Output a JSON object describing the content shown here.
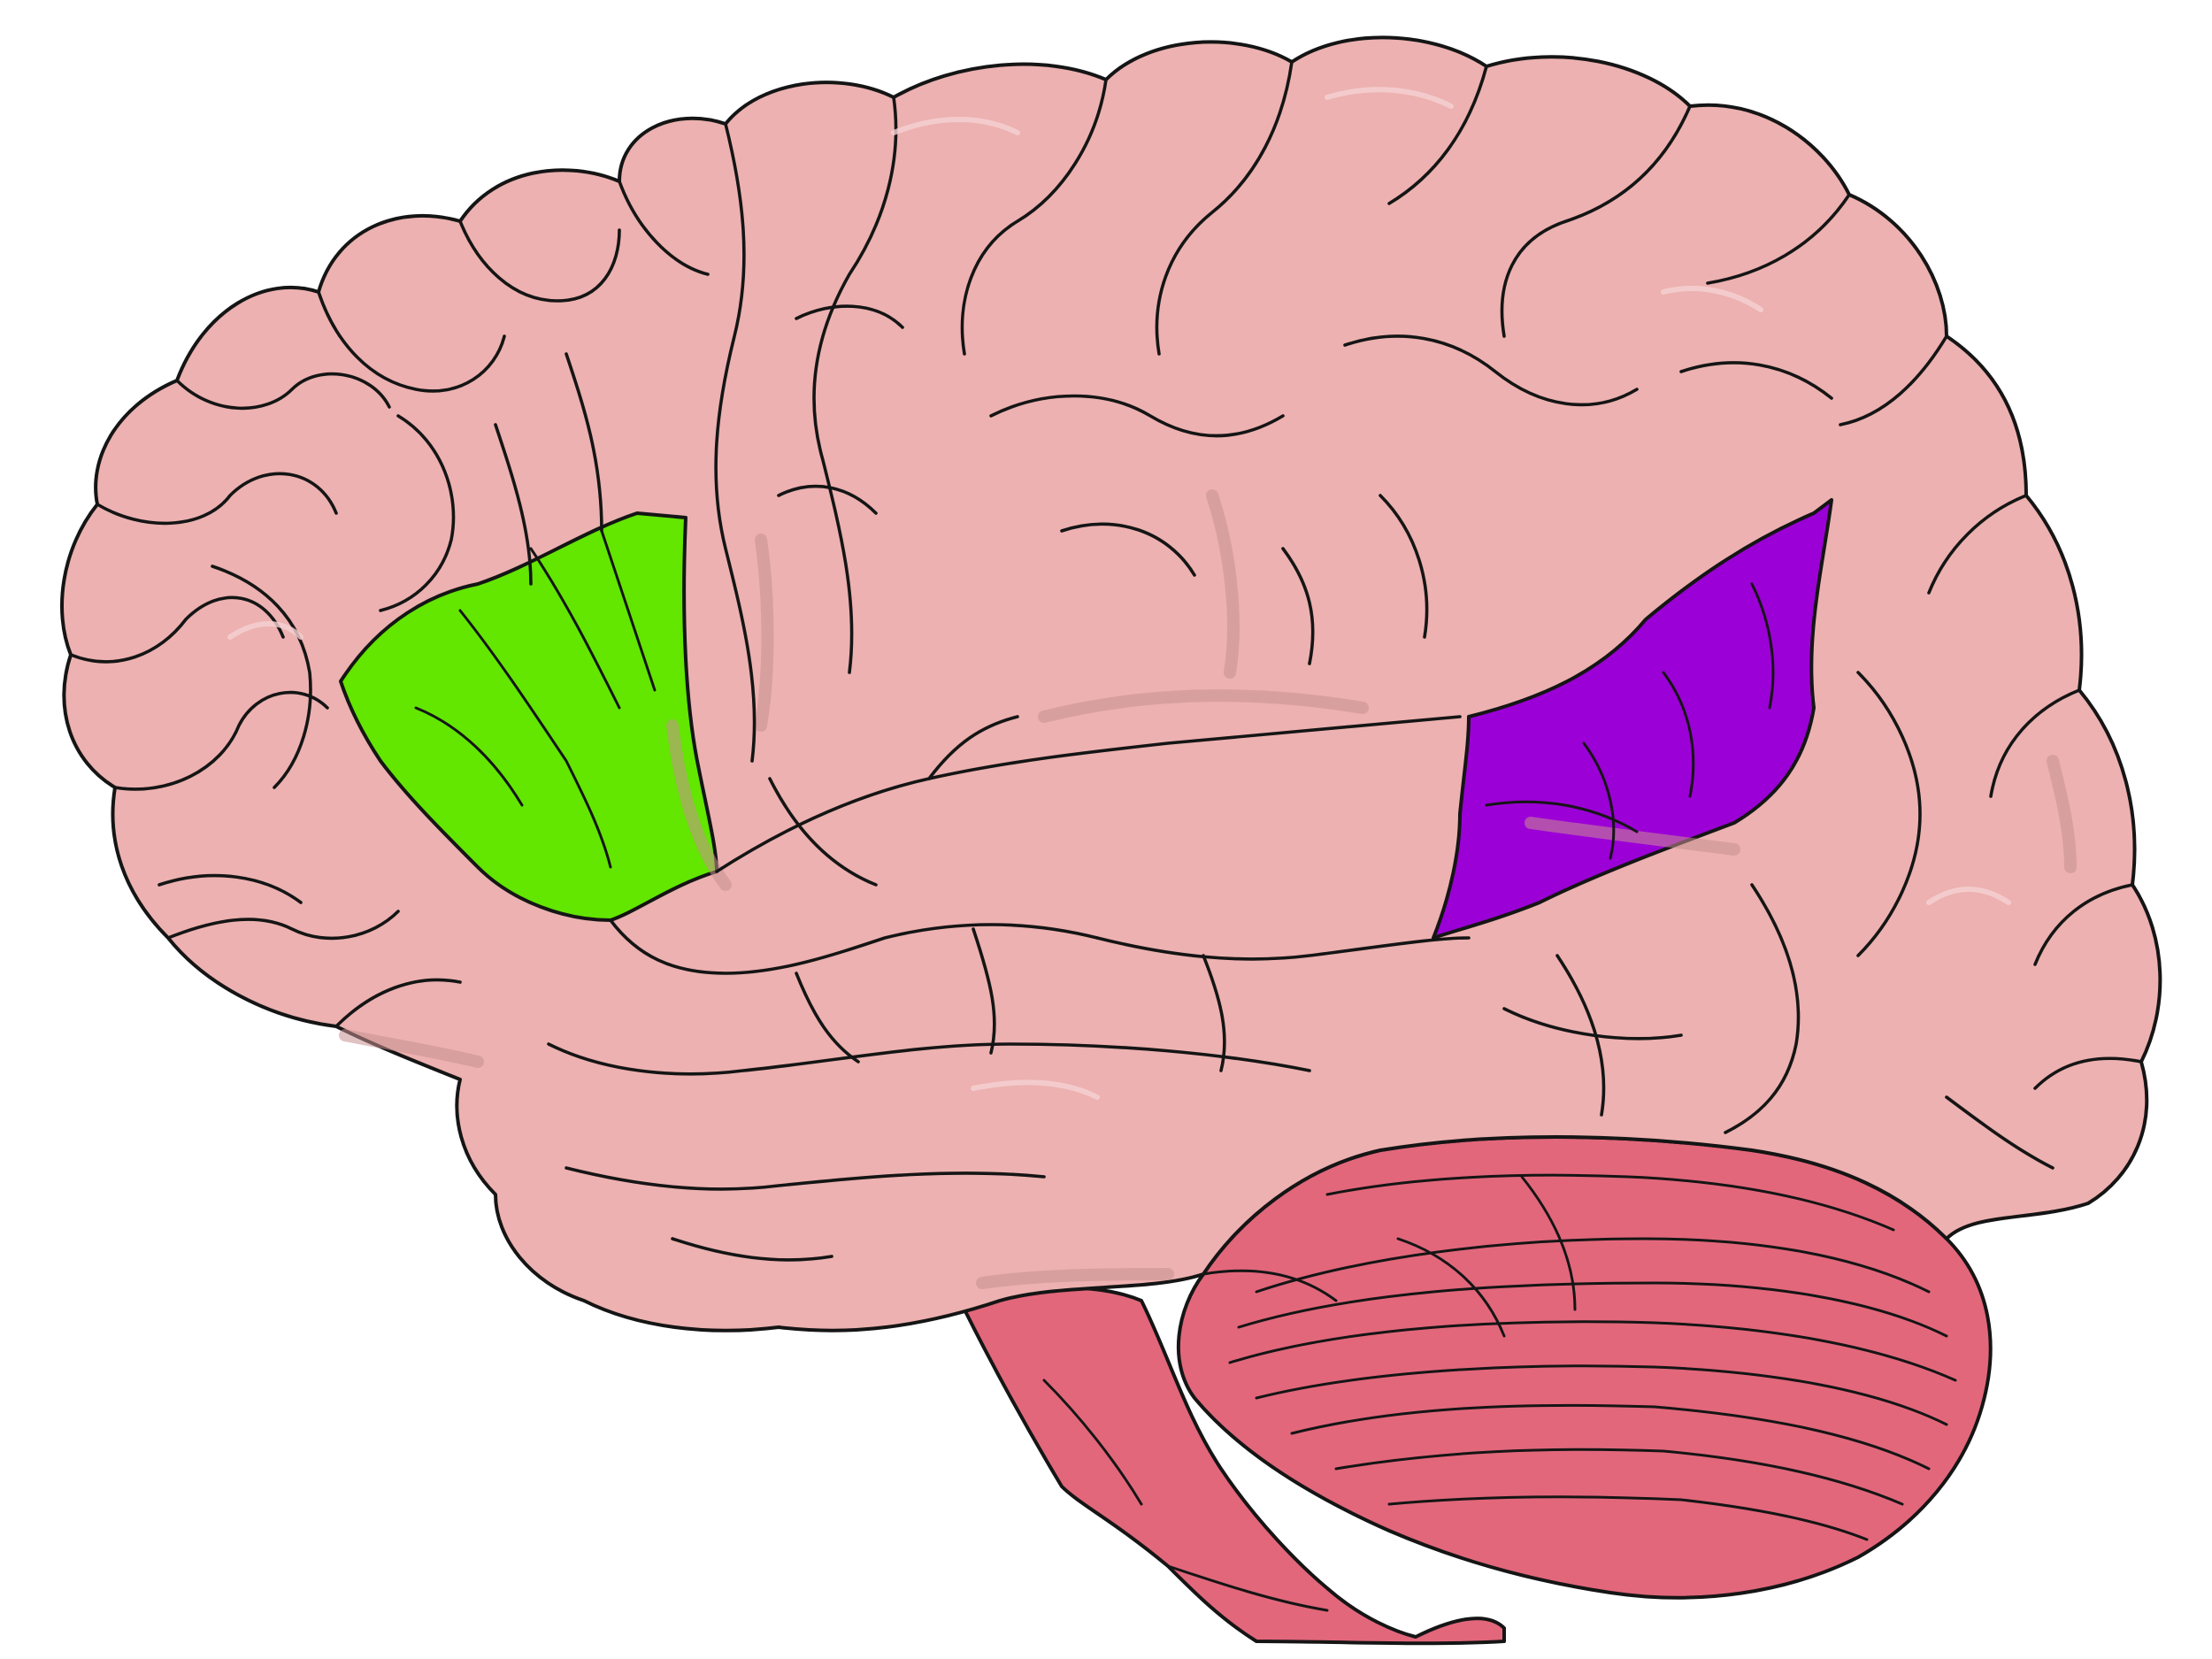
{
  "colors": {
    "background": "#ffffff",
    "cerebrum": "#ecb1b0",
    "cerebrum_shadow": "#c98f92",
    "cerebellum": "#e2677b",
    "brainstem": "#e2677b",
    "outline": "#151515",
    "region_frontal_highlight": "#63e600",
    "region_temporoparietal_highlight": "#9b00d6"
  },
  "highlighted_regions": [
    {
      "color": "#63e600"
    },
    {
      "color": "#9b00d6"
    }
  ],
  "structures": [
    "cerebrum",
    "cerebellum",
    "brainstem"
  ]
}
